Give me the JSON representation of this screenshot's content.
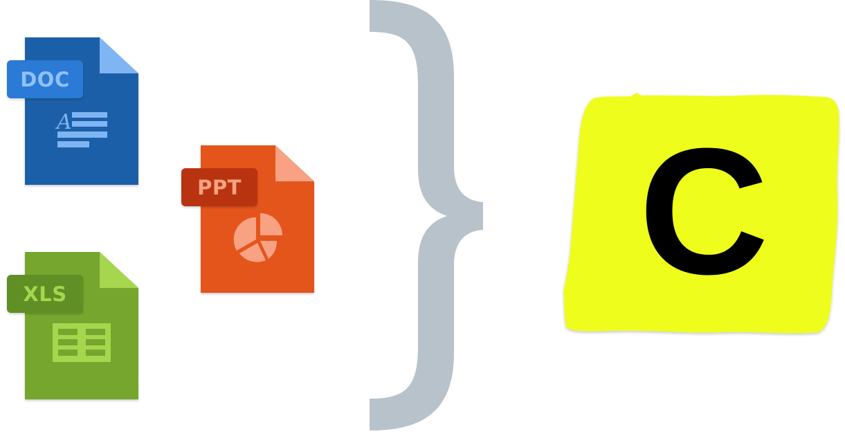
{
  "files": {
    "doc": {
      "label": "DOC",
      "icon": "word-document-icon",
      "body_color": "#1d5ea9",
      "fold_color": "#7fb5f3",
      "badge_color": "#2a7ad6",
      "badge_text_color": "#8fc0f7",
      "glyph_color": "#7fb5f3"
    },
    "xls": {
      "label": "XLS",
      "icon": "spreadsheet-icon",
      "body_color": "#76a62e",
      "fold_color": "#a5d64e",
      "badge_color": "#5f8f25",
      "badge_text_color": "#a5d64e",
      "glyph_color": "#a5d64e"
    },
    "ppt": {
      "label": "PPT",
      "icon": "presentation-icon",
      "body_color": "#e4541d",
      "fold_color": "#f8a183",
      "badge_color": "#b83411",
      "badge_text_color": "#f8a183",
      "glyph_color": "#f8a183"
    }
  },
  "brace": {
    "icon": "curly-brace-icon",
    "color": "#b8c2ca"
  },
  "logo": {
    "letter": "C",
    "icon": "c-logo-icon",
    "background_color": "#eefd1e",
    "text_color": "#000000"
  }
}
